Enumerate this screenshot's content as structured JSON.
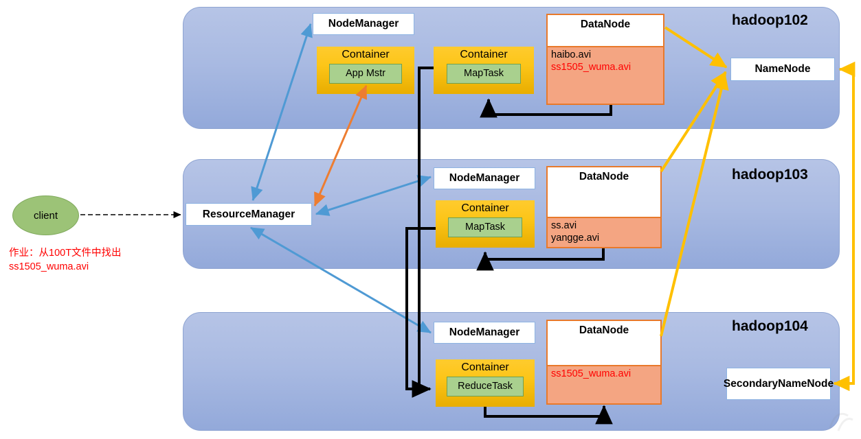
{
  "diagram": {
    "title": "Hadoop YARN / HDFS job execution diagram",
    "colors": {
      "panel": "#a9baE2",
      "container": "#fcc518",
      "task": "#a9d08e",
      "datanode_border": "#e8792b",
      "datanode_body": "#f4a582",
      "client": "#9cc377",
      "arrow_blue": "#4f9ad4",
      "arrow_orange": "#ed7d31",
      "arrow_yellow": "#ffc000",
      "arrow_black": "#000000",
      "alert_text": "#ff0000"
    }
  },
  "client": {
    "label": "client",
    "note": "作业：从100T文件中找出\nss1505_wuma.avi"
  },
  "cluster": {
    "hosts": [
      {
        "name": "hadoop102",
        "node_manager": "NodeManager",
        "containers": [
          {
            "title": "Container",
            "task": "App Mstr"
          },
          {
            "title": "Container",
            "task": "MapTask"
          }
        ],
        "datanode": {
          "title": "DataNode",
          "files": [
            {
              "name": "haibo.avi",
              "highlight": false
            },
            {
              "name": "ss1505_wuma.avi",
              "highlight": true
            }
          ]
        }
      },
      {
        "name": "hadoop103",
        "node_manager": "NodeManager",
        "containers": [
          {
            "title": "Container",
            "task": "MapTask"
          }
        ],
        "datanode": {
          "title": "DataNode",
          "files": [
            {
              "name": "ss.avi",
              "highlight": false
            },
            {
              "name": "yangge.avi",
              "highlight": false
            }
          ]
        }
      },
      {
        "name": "hadoop104",
        "node_manager": "NodeManager",
        "containers": [
          {
            "title": "Container",
            "task": "ReduceTask"
          }
        ],
        "datanode": {
          "title": "DataNode",
          "files": [
            {
              "name": "ss1505_wuma.avi",
              "highlight": true
            }
          ]
        }
      }
    ]
  },
  "services": {
    "resource_manager": "ResourceManager",
    "name_node": "NameNode",
    "secondary_name_node": "SecondaryNameNode"
  }
}
